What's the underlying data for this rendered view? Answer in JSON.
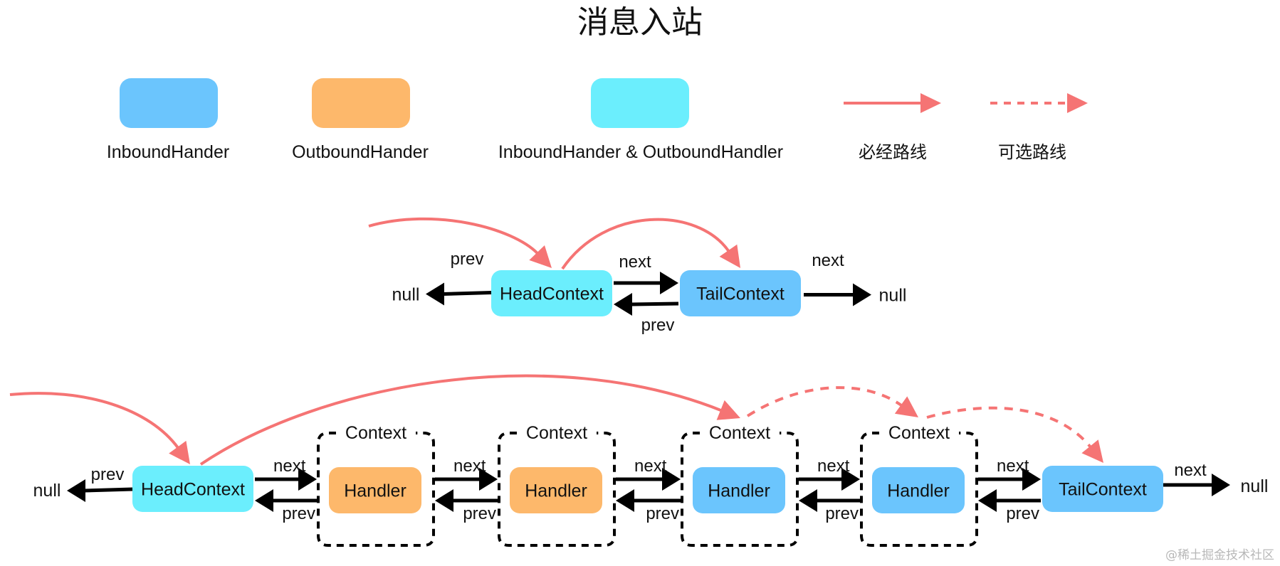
{
  "title": "消息入站",
  "colors": {
    "inbound": "#6BC5FD",
    "outbound": "#FDB86B",
    "both": "#6BEEFD",
    "route": "#F57474",
    "link": "#000000"
  },
  "legend": {
    "items": [
      {
        "kind": "box",
        "type": "inbound",
        "label": "InboundHander"
      },
      {
        "kind": "box",
        "type": "outbound",
        "label": "OutboundHander"
      },
      {
        "kind": "box",
        "type": "both",
        "label": "InboundHander & OutboundHandler"
      },
      {
        "kind": "line",
        "style": "solid",
        "label": "必经路线"
      },
      {
        "kind": "line",
        "style": "dashed",
        "label": "可选路线"
      }
    ]
  },
  "top_chain": {
    "left_null": "null",
    "right_null": "null",
    "nodes": [
      {
        "label": "HeadContext",
        "type": "both"
      },
      {
        "label": "TailContext",
        "type": "inbound"
      }
    ],
    "next_label": "next",
    "prev_label": "prev",
    "routes": [
      {
        "from": "outside",
        "to": 0,
        "style": "solid"
      },
      {
        "from": 0,
        "to": 1,
        "style": "solid"
      }
    ]
  },
  "bottom_chain": {
    "left_null": "null",
    "right_null": "null",
    "next_label": "next",
    "prev_label": "prev",
    "context_label": "Context",
    "nodes": [
      {
        "label": "HeadContext",
        "type": "both",
        "wrapped": false
      },
      {
        "label": "Handler",
        "type": "outbound",
        "wrapped": true
      },
      {
        "label": "Handler",
        "type": "outbound",
        "wrapped": true
      },
      {
        "label": "Handler",
        "type": "inbound",
        "wrapped": true
      },
      {
        "label": "Handler",
        "type": "inbound",
        "wrapped": true
      },
      {
        "label": "TailContext",
        "type": "inbound",
        "wrapped": false
      }
    ],
    "routes": [
      {
        "from": "outside",
        "to": 0,
        "style": "solid"
      },
      {
        "from": 0,
        "to": 3,
        "style": "solid"
      },
      {
        "from": 3,
        "to": 4,
        "style": "dashed"
      },
      {
        "from": 4,
        "to": 5,
        "style": "dashed"
      }
    ]
  },
  "watermark": "@稀土掘金技术社区"
}
